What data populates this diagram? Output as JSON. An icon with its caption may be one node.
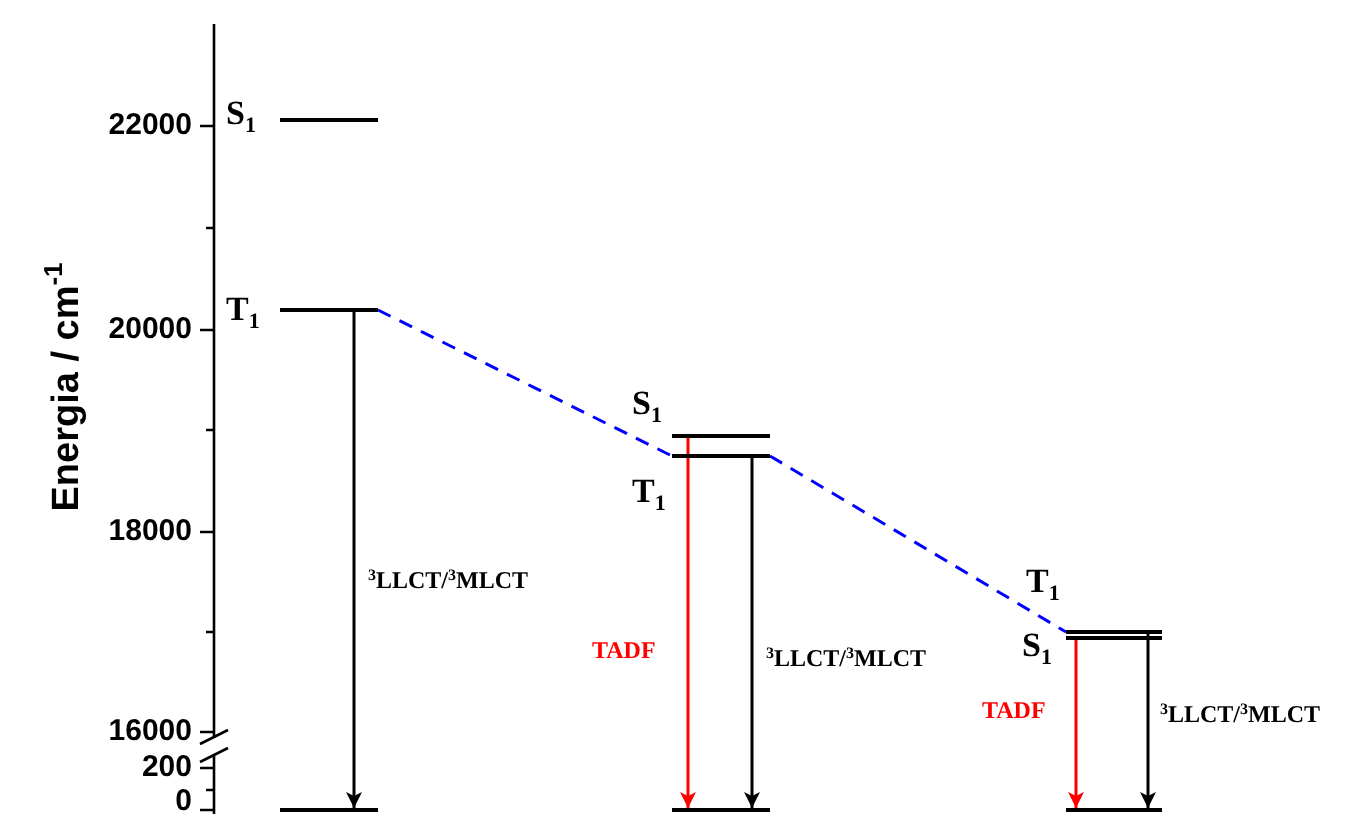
{
  "diagram": {
    "nodes": [
      {
        "text": [
          "S$_{1}$"
        ]
      },
      {
        "text": [
          "T$_{1}$"
        ]
      },
      {
        "text": [],
        "shape": "bar"
      },
      {
        "text": [
          "S$_{1}$"
        ]
      },
      {
        "text": [
          "T$_{1}$"
        ]
      },
      {
        "text": [],
        "shape": "bar"
      },
      {
        "text": [
          "T$_{1}$"
        ]
      },
      {
        "text": [
          "S$_{1}$"
        ]
      },
      {
        "text": [],
        "shape": "bar"
      }
    ],
    "edges": [
      {
        "from": 1,
        "to": 2,
        "arrow": "to",
        "label": "$^{3}$LLCT/$^{3}$MLCT"
      },
      {
        "from": 1,
        "to": 4,
        "arrow": "none",
        "style": "dashed",
        "color": "#0000ff"
      },
      {
        "from": 3,
        "to": 5,
        "arrow": "to",
        "label": "TADF",
        "color": "#ff0000"
      },
      {
        "from": 4,
        "to": 5,
        "arrow": "to",
        "label": "$^{3}$LLCT/$^{3}$MLCT"
      },
      {
        "from": 4,
        "to": 6,
        "arrow": "none",
        "style": "dashed",
        "color": "#0000ff"
      },
      {
        "from": 7,
        "to": 8,
        "arrow": "to",
        "label": "TADF",
        "color": "#ff0000"
      },
      {
        "from": 6,
        "to": 8,
        "arrow": "to",
        "label": "$^{3}$LLCT/$^{3}$MLCT"
      }
    ],
    "labels": [
      "Energia / cm$^{-1}$",
      "22000",
      "20000",
      "18000",
      "16000",
      "200",
      "0"
    ]
  }
}
